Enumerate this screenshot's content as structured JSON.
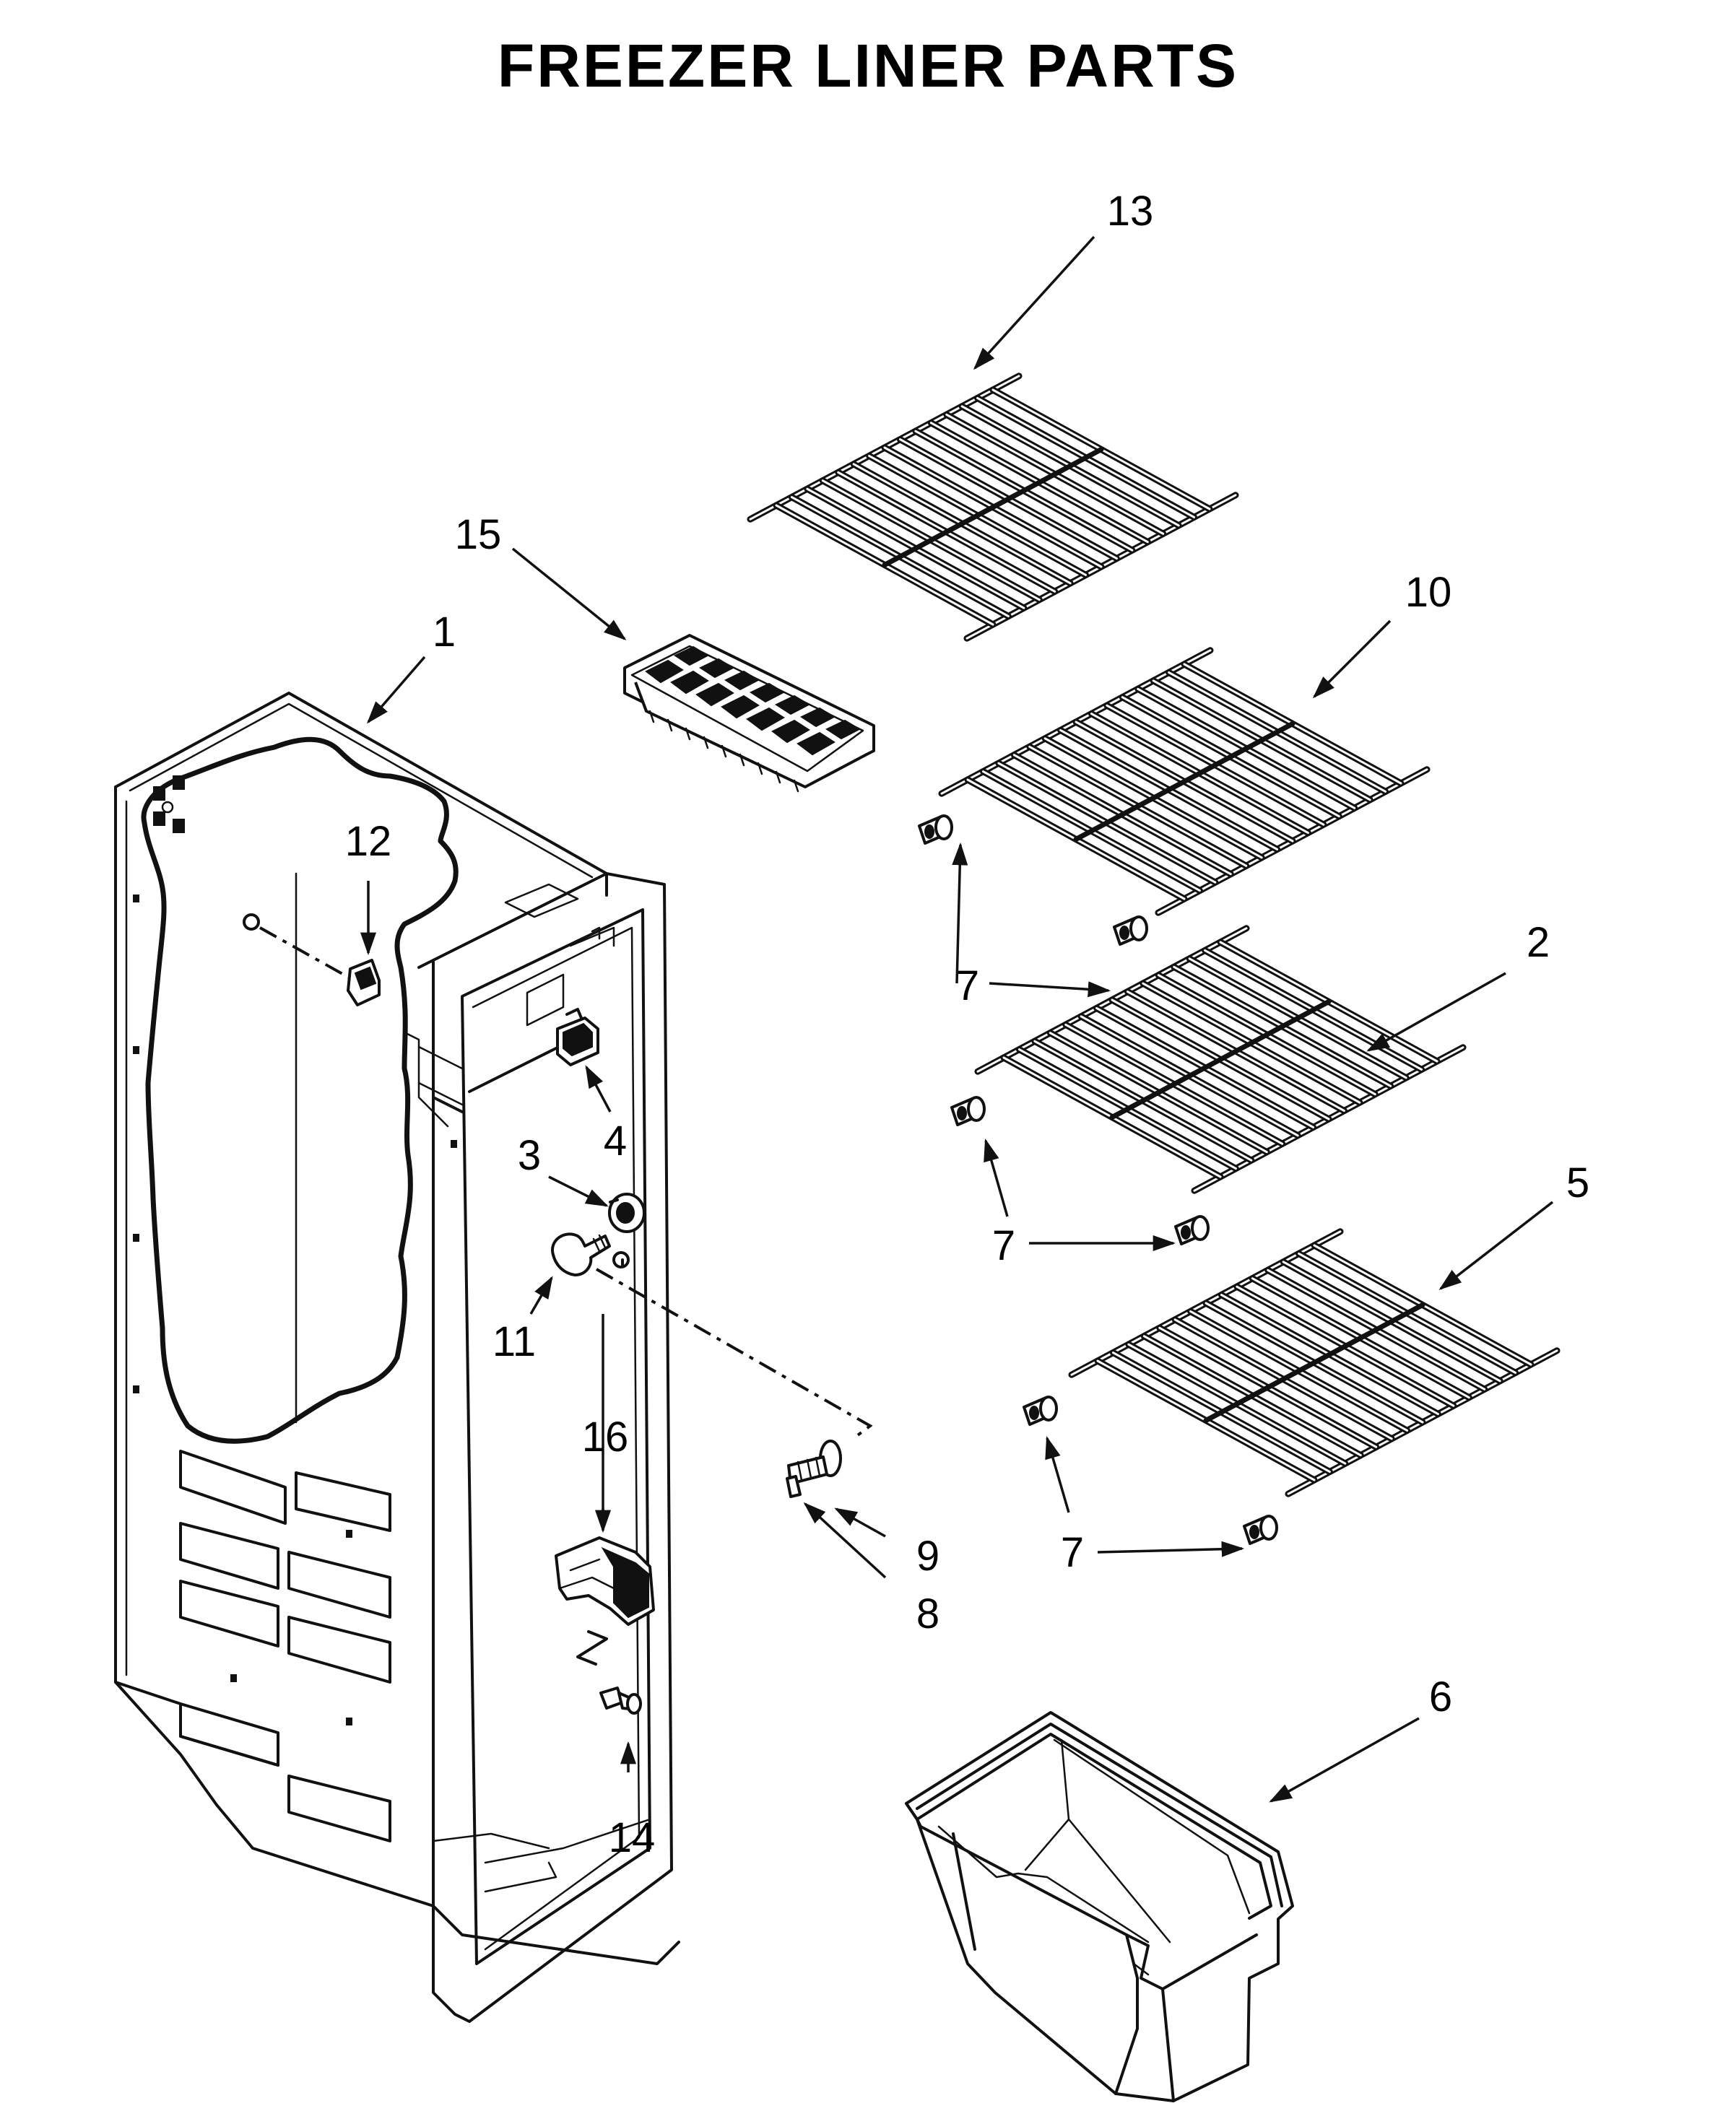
{
  "title": "FREEZER LINER PARTS",
  "callouts": {
    "c1": "1",
    "c2": "2",
    "c3": "3",
    "c4": "4",
    "c5": "5",
    "c6": "6",
    "c7a": "7",
    "c7b": "7",
    "c7c": "7",
    "c8": "8",
    "c9": "9",
    "c10": "10",
    "c11": "11",
    "c12": "12",
    "c13": "13",
    "c14": "14",
    "c15": "15",
    "c16": "16"
  }
}
